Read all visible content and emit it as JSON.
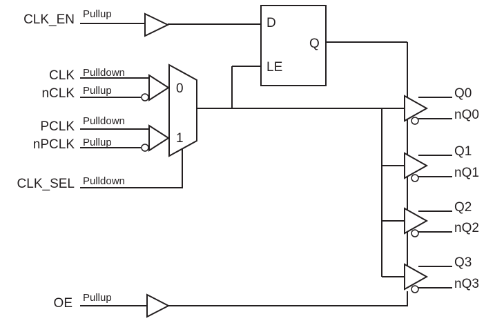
{
  "inputs": {
    "clk_en": {
      "name": "CLK_EN",
      "resistor": "Pullup"
    },
    "clk": {
      "name": "CLK",
      "resistor": "Pulldown"
    },
    "nclk": {
      "name": "nCLK",
      "resistor": "Pullup"
    },
    "pclk": {
      "name": "PCLK",
      "resistor": "Pulldown"
    },
    "npclk": {
      "name": "nPCLK",
      "resistor": "Pullup"
    },
    "clk_sel": {
      "name": "CLK_SEL",
      "resistor": "Pulldown"
    },
    "oe": {
      "name": "OE",
      "resistor": "Pullup"
    }
  },
  "mux": {
    "in0": "0",
    "in1": "1"
  },
  "latch": {
    "d": "D",
    "q": "Q",
    "le": "LE"
  },
  "outputs": [
    {
      "q": "Q0",
      "nq": "nQ0"
    },
    {
      "q": "Q1",
      "nq": "nQ1"
    },
    {
      "q": "Q2",
      "nq": "nQ2"
    },
    {
      "q": "Q3",
      "nq": "nQ3"
    }
  ]
}
